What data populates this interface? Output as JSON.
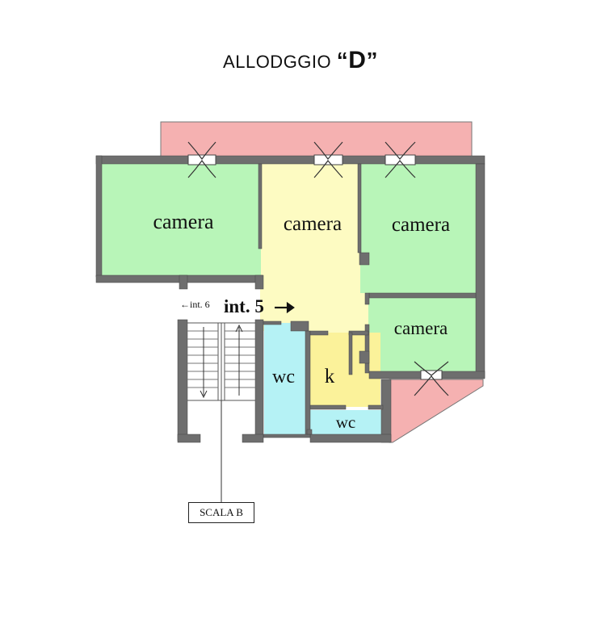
{
  "title": {
    "prefix": "ALLODGGIO",
    "open_quote": "“",
    "letter": "D",
    "close_quote": "”"
  },
  "rooms": {
    "camera_nw": "camera",
    "camera_center": "camera",
    "camera_ne": "camera",
    "camera_se": "camera",
    "wc_left": "wc",
    "kitchen": "k",
    "wc_bottom": "wc"
  },
  "entrance": {
    "int_current": "int. 5",
    "int_neighbor": "←int. 6"
  },
  "stair_label": "SCALA B",
  "colors": {
    "bedroom": "#b8f5b8",
    "corridor": "#fdfbc2",
    "bathroom": "#b5f2f5",
    "kitchen": "#fbf29a",
    "balcony": "#f5b1b1",
    "wall": "#6e6e6e"
  }
}
